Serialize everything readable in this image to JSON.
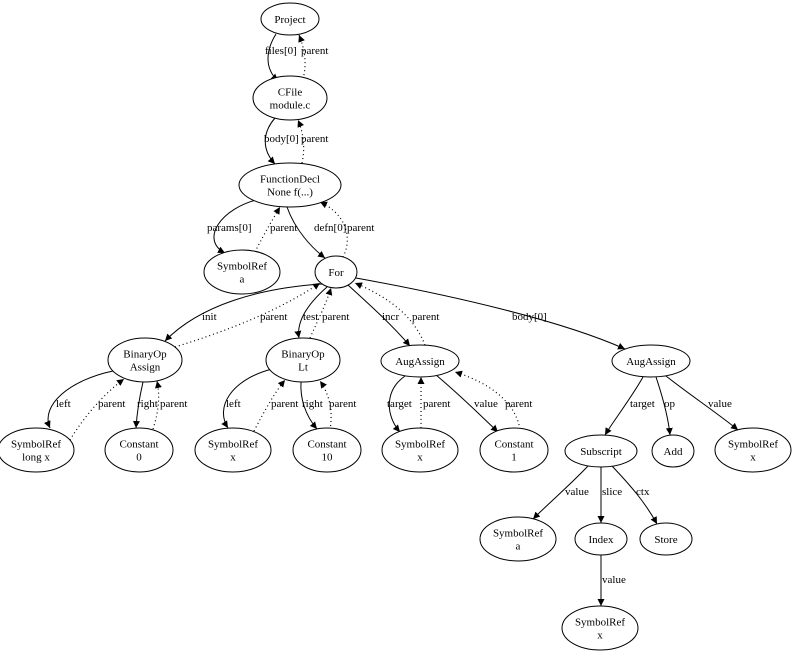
{
  "nodes": [
    {
      "id": "project",
      "lines": [
        "Project"
      ]
    },
    {
      "id": "cfile",
      "lines": [
        "CFile",
        "module.c"
      ]
    },
    {
      "id": "funcdecl",
      "lines": [
        "FunctionDecl",
        "None f(...)"
      ]
    },
    {
      "id": "symref_a1",
      "lines": [
        "SymbolRef",
        "a"
      ]
    },
    {
      "id": "for",
      "lines": [
        "For"
      ]
    },
    {
      "id": "binop_assign",
      "lines": [
        "BinaryOp",
        "Assign"
      ]
    },
    {
      "id": "binop_lt",
      "lines": [
        "BinaryOp",
        "Lt"
      ]
    },
    {
      "id": "augassign1",
      "lines": [
        "AugAssign"
      ]
    },
    {
      "id": "augassign2",
      "lines": [
        "AugAssign"
      ]
    },
    {
      "id": "symref_longx",
      "lines": [
        "SymbolRef",
        "long x"
      ]
    },
    {
      "id": "const0",
      "lines": [
        "Constant",
        "0"
      ]
    },
    {
      "id": "symref_x1",
      "lines": [
        "SymbolRef",
        "x"
      ]
    },
    {
      "id": "const10",
      "lines": [
        "Constant",
        "10"
      ]
    },
    {
      "id": "symref_x2",
      "lines": [
        "SymbolRef",
        "x"
      ]
    },
    {
      "id": "const1",
      "lines": [
        "Constant",
        "1"
      ]
    },
    {
      "id": "subscript",
      "lines": [
        "Subscript"
      ]
    },
    {
      "id": "add",
      "lines": [
        "Add"
      ]
    },
    {
      "id": "symref_x3",
      "lines": [
        "SymbolRef",
        "x"
      ]
    },
    {
      "id": "symref_a2",
      "lines": [
        "SymbolRef",
        "a"
      ]
    },
    {
      "id": "index",
      "lines": [
        "Index"
      ]
    },
    {
      "id": "store",
      "lines": [
        "Store"
      ]
    },
    {
      "id": "symref_x4",
      "lines": [
        "SymbolRef",
        "x"
      ]
    }
  ],
  "edges": [
    {
      "id": "e1",
      "from": "project",
      "to": "cfile",
      "style": "solid",
      "label": "files[0]"
    },
    {
      "id": "e2",
      "from": "cfile",
      "to": "project",
      "style": "dotted",
      "label": "parent"
    },
    {
      "id": "e3",
      "from": "cfile",
      "to": "funcdecl",
      "style": "solid",
      "label": "body[0]"
    },
    {
      "id": "e4",
      "from": "funcdecl",
      "to": "cfile",
      "style": "dotted",
      "label": "parent"
    },
    {
      "id": "e5",
      "from": "funcdecl",
      "to": "symref_a1",
      "style": "solid",
      "label": "params[0]"
    },
    {
      "id": "e6",
      "from": "symref_a1",
      "to": "funcdecl",
      "style": "dotted",
      "label": "parent"
    },
    {
      "id": "e7",
      "from": "funcdecl",
      "to": "for",
      "style": "solid",
      "label": "defn[0]"
    },
    {
      "id": "e8",
      "from": "for",
      "to": "funcdecl",
      "style": "dotted",
      "label": "parent"
    },
    {
      "id": "e9",
      "from": "for",
      "to": "binop_assign",
      "style": "solid",
      "label": "init"
    },
    {
      "id": "e10",
      "from": "binop_assign",
      "to": "for",
      "style": "dotted",
      "label": "parent"
    },
    {
      "id": "e11",
      "from": "for",
      "to": "binop_lt",
      "style": "solid",
      "label": "test"
    },
    {
      "id": "e12",
      "from": "binop_lt",
      "to": "for",
      "style": "dotted",
      "label": "parent"
    },
    {
      "id": "e13",
      "from": "for",
      "to": "augassign1",
      "style": "solid",
      "label": "incr"
    },
    {
      "id": "e14",
      "from": "augassign1",
      "to": "for",
      "style": "dotted",
      "label": "parent"
    },
    {
      "id": "e15",
      "from": "for",
      "to": "augassign2",
      "style": "solid",
      "label": "body[0]"
    },
    {
      "id": "e16",
      "from": "binop_assign",
      "to": "symref_longx",
      "style": "solid",
      "label": "left"
    },
    {
      "id": "e17",
      "from": "symref_longx",
      "to": "binop_assign",
      "style": "dotted",
      "label": "parent"
    },
    {
      "id": "e18",
      "from": "binop_assign",
      "to": "const0",
      "style": "solid",
      "label": "right"
    },
    {
      "id": "e19",
      "from": "const0",
      "to": "binop_assign",
      "style": "dotted",
      "label": "parent"
    },
    {
      "id": "e20",
      "from": "binop_lt",
      "to": "symref_x1",
      "style": "solid",
      "label": "left"
    },
    {
      "id": "e21",
      "from": "symref_x1",
      "to": "binop_lt",
      "style": "dotted",
      "label": "parent"
    },
    {
      "id": "e22",
      "from": "binop_lt",
      "to": "const10",
      "style": "solid",
      "label": "right"
    },
    {
      "id": "e23",
      "from": "const10",
      "to": "binop_lt",
      "style": "dotted",
      "label": "parent"
    },
    {
      "id": "e24",
      "from": "augassign1",
      "to": "symref_x2",
      "style": "solid",
      "label": "target"
    },
    {
      "id": "e25",
      "from": "symref_x2",
      "to": "augassign1",
      "style": "dotted",
      "label": "parent"
    },
    {
      "id": "e26",
      "from": "augassign1",
      "to": "const1",
      "style": "solid",
      "label": "value"
    },
    {
      "id": "e27",
      "from": "const1",
      "to": "augassign1",
      "style": "dotted",
      "label": "parent"
    },
    {
      "id": "e28",
      "from": "augassign2",
      "to": "subscript",
      "style": "solid",
      "label": "target"
    },
    {
      "id": "e29",
      "from": "augassign2",
      "to": "add",
      "style": "solid",
      "label": "op"
    },
    {
      "id": "e30",
      "from": "augassign2",
      "to": "symref_x3",
      "style": "solid",
      "label": "value"
    },
    {
      "id": "e31",
      "from": "subscript",
      "to": "symref_a2",
      "style": "solid",
      "label": "value"
    },
    {
      "id": "e32",
      "from": "subscript",
      "to": "index",
      "style": "solid",
      "label": "slice"
    },
    {
      "id": "e33",
      "from": "subscript",
      "to": "store",
      "style": "solid",
      "label": "ctx"
    },
    {
      "id": "e34",
      "from": "index",
      "to": "symref_x4",
      "style": "solid",
      "label": "value"
    }
  ]
}
